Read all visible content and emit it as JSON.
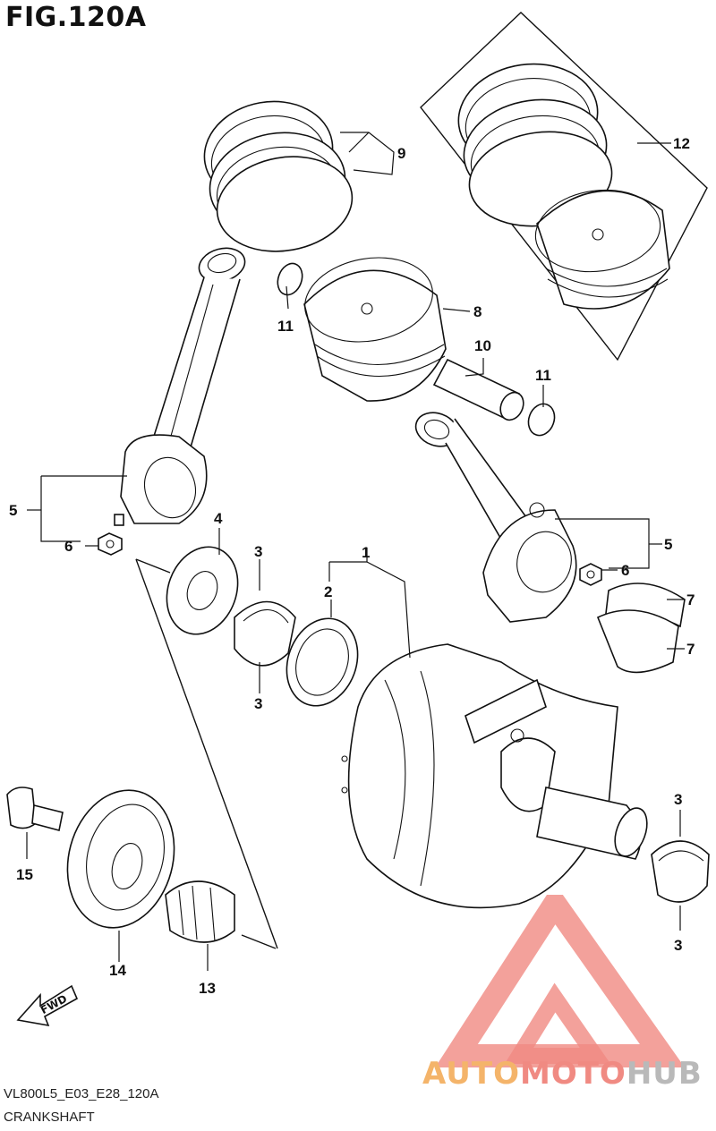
{
  "figure": {
    "title": "FIG.120A"
  },
  "footer": {
    "model_code": "VL800L5_E03_E28_120A",
    "section_name": "CRANKSHAFT"
  },
  "callouts": [
    "1",
    "2",
    "3",
    "3",
    "3",
    "3",
    "4",
    "5",
    "5",
    "6",
    "6",
    "7",
    "7",
    "8",
    "9",
    "10",
    "11",
    "11",
    "12",
    "13",
    "14",
    "15"
  ],
  "labels": {
    "c1": "1",
    "c2": "2",
    "c3a": "3",
    "c3b": "3",
    "c3c": "3",
    "c3d": "3",
    "c4": "4",
    "c5a": "5",
    "c5b": "5",
    "c6a": "6",
    "c6b": "6",
    "c7a": "7",
    "c7b": "7",
    "c8": "8",
    "c9": "9",
    "c10": "10",
    "c11a": "11",
    "c11b": "11",
    "c12": "12",
    "c13": "13",
    "c14": "14",
    "c15": "15"
  },
  "fwd_marker": "FWD",
  "watermark": {
    "word_1": "AUTO",
    "word_2": "MOTO",
    "word_3": "HUB",
    "colors": [
      "#f4b46a",
      "#f08a82",
      "#b9b9b9"
    ]
  }
}
